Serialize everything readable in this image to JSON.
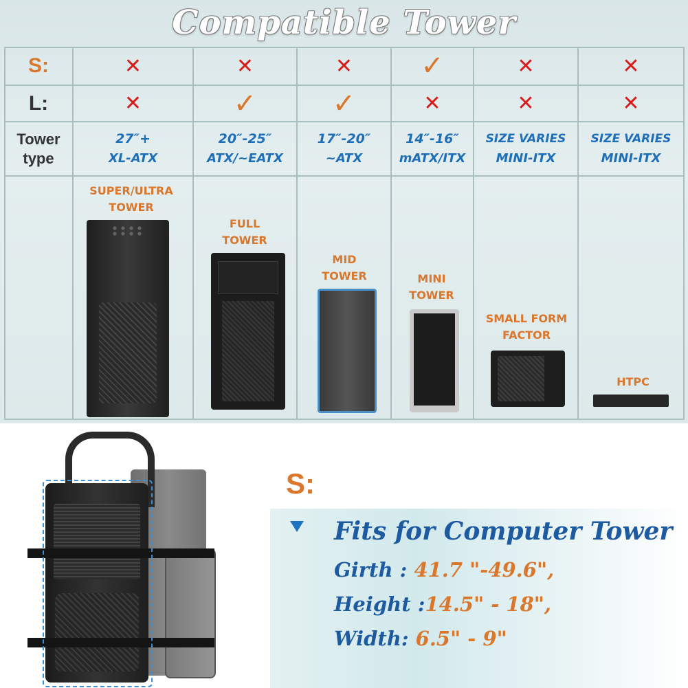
{
  "title": "Compatible Tower",
  "row_labels": {
    "s": "S:",
    "l": "L:",
    "tower_type": "Tower type"
  },
  "columns": [
    {
      "s": "✕",
      "l": "✕",
      "size": "27″+",
      "form": "XL-ATX",
      "tower_label": "SUPER/ULTRA TOWER"
    },
    {
      "s": "✕",
      "l": "✓",
      "size": "20″-25″",
      "form": "ATX/~EATX",
      "tower_label": "FULL TOWER"
    },
    {
      "s": "✕",
      "l": "✓",
      "size": "17″-20″",
      "form": "~ATX",
      "tower_label": "MID TOWER"
    },
    {
      "s": "✓",
      "l": "✕",
      "size": "14″-16″",
      "form": "mATX/ITX",
      "tower_label": "MINI TOWER"
    },
    {
      "s": "✕",
      "l": "✕",
      "size": "SIZE VARIES",
      "form": "MINI-ITX",
      "tower_label": "SMALL FORM FACTOR"
    },
    {
      "s": "✕",
      "l": "✕",
      "size": "SIZE VARIES",
      "form": "MINI-ITX",
      "tower_label": "HTPC"
    }
  ],
  "fit": {
    "size_label": "S:",
    "heading": "Fits for Computer Tower",
    "specs": [
      {
        "key": "Girth : ",
        "value": "41.7 \"-49.6\","
      },
      {
        "key": "Height :",
        "value": "14.5\" - 18\","
      },
      {
        "key": "Width: ",
        "value": "6.5\" - 9\""
      }
    ]
  },
  "colors": {
    "accent_orange": "#d9772c",
    "accent_blue": "#1e6fb8",
    "cross_red": "#d81c1c"
  }
}
